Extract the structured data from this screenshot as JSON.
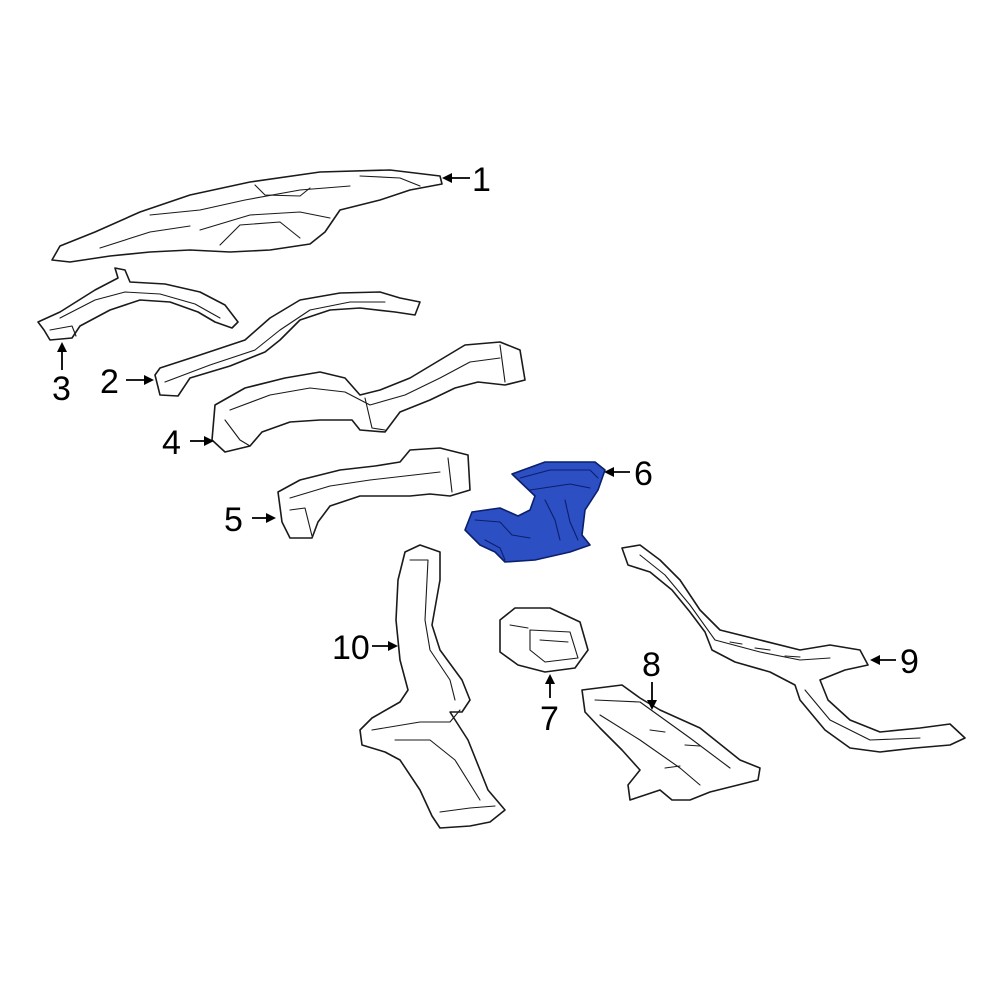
{
  "diagram": {
    "highlight_color": "#2d4fc4",
    "outline_color": "#1a1a1a",
    "callouts": [
      {
        "id": "1",
        "label": "1"
      },
      {
        "id": "2",
        "label": "2"
      },
      {
        "id": "3",
        "label": "3"
      },
      {
        "id": "4",
        "label": "4"
      },
      {
        "id": "5",
        "label": "5"
      },
      {
        "id": "6",
        "label": "6",
        "highlighted": true
      },
      {
        "id": "7",
        "label": "7"
      },
      {
        "id": "8",
        "label": "8"
      },
      {
        "id": "9",
        "label": "9"
      },
      {
        "id": "10",
        "label": "10"
      }
    ]
  }
}
